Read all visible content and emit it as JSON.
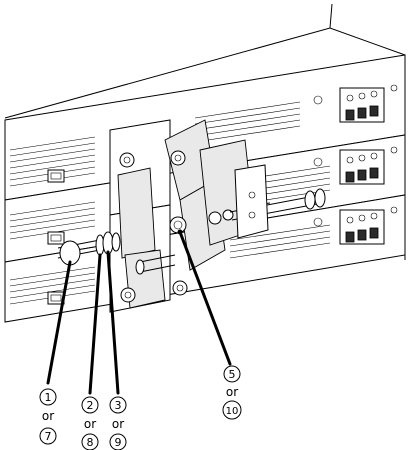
{
  "callouts": [
    {
      "primary": "1",
      "connector": "or",
      "alternate": "7"
    },
    {
      "primary": "2",
      "connector": "or",
      "alternate": "8"
    },
    {
      "primary": "3",
      "connector": "or",
      "alternate": "9"
    },
    {
      "primary": "5",
      "connector": "or",
      "alternate": "10"
    }
  ],
  "colors": {
    "line": "#000000",
    "background": "#ffffff",
    "fill_light": "#e9e9e9"
  }
}
